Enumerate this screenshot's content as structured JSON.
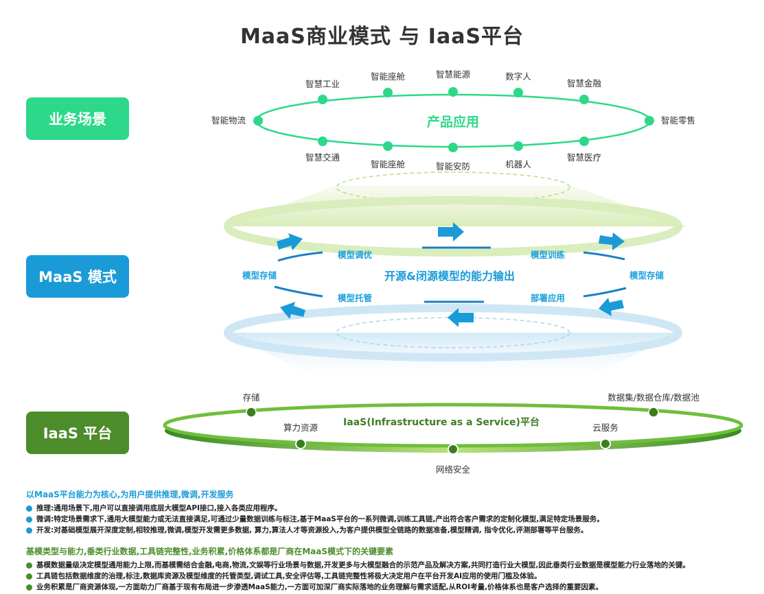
{
  "title": "MaaS商业模式 与 IaaS平台",
  "colors": {
    "green_light": "#2dd88a",
    "blue": "#1a9bd7",
    "green_dark": "#4c8c2b",
    "arrow_blue": "#1a9bd7"
  },
  "side_labels": {
    "business": "业务场景",
    "maas": "MaaS 模式",
    "iaas": "IaaS 平台"
  },
  "scene": {
    "center": "产品应用",
    "nodes_top": [
      "智慧工业",
      "智能座舱",
      "智慧能源",
      "数字人",
      "智慧金融"
    ],
    "node_left": "智能物流",
    "node_right": "智能零售",
    "nodes_bottom": [
      "智慧交通",
      "智能座舱",
      "智能安防",
      "机器人",
      "智慧医疗"
    ]
  },
  "maas": {
    "center": "开源&闭源模型的能力输出",
    "tune": "模型调优",
    "train": "模型训练",
    "store_left": "模型存储",
    "store_right": "模型存储",
    "host": "模型托管",
    "deploy": "部署应用"
  },
  "iaas": {
    "center": "IaaS(Infrastructure as a Service)平台",
    "storage": "存储",
    "dataset": "数据集/数据仓库/数据池",
    "compute": "算力资源",
    "cloud": "云服务",
    "network": "网络安全"
  },
  "notes1": {
    "heading": "以MaaS平台能力为核心,为用户提供推理,微调,开发服务",
    "items": [
      "推理:通用场景下,用户可以直接调用底层大模型API接口,接入各类应用程序。",
      "微调:特定场景需求下,通用大模型能力或无法直接满足,可通过少量数据训练与标注,基于MaaS平台的一系列微调,训练工具链,产出符合客户需求的定制化模型,满足特定场景服务。",
      "开发:对基础模型展开深度定制,相较推理,微调,模型开发需更多数据, 算力,算法人才等资源投入,为客户提供模型全链路的数据准备,模型精调, 指令优化,评测部署等平台服务。"
    ]
  },
  "notes2": {
    "heading": "基模类型与能力,垂类行业数据,工具链完整性,业务积累,价格体系都是厂商在MaaS模式下的关键要素",
    "items": [
      "基模数据量级决定模型通用能力上限,而基模需结合金融,电商,物流,文娱等行业场景与数据,开发更多与大模型融合的示范产品及解决方案,共同打造行业大模型,因此垂类行业数据是模型能力行业落地的关键。",
      "工具链包括数据维度的治理,标注,数据库资源及模型维度的托管类型,调试工具,安全评估等,工具链完整性将极大决定用户在平台开发AI应用的使用门槛及体验。",
      "业务积累是厂商资源体现,一方面助力厂商基于现有布局进一步渗透MaaS能力,一方面可加深厂商实际落地的业务理解与需求适配,从ROI考量,价格体系也是客户选择的重要因素。"
    ]
  }
}
